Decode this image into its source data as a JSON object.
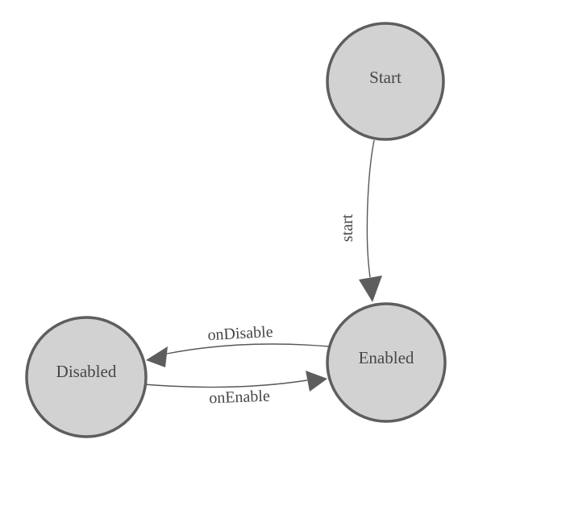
{
  "diagram": {
    "type": "state-machine",
    "background_color": "#ffffff",
    "colors": {
      "node_fill": "#d2d2d2",
      "node_border": "#5e5e5e",
      "edge": "#55585a",
      "arrow": "#5b5d5f",
      "label_text": "#45464c"
    },
    "nodes": [
      {
        "id": "start",
        "label": "Start"
      },
      {
        "id": "enabled",
        "label": "Enabled"
      },
      {
        "id": "disabled",
        "label": "Disabled"
      }
    ],
    "edges": [
      {
        "from": "Start",
        "to": "Enabled",
        "label": "start"
      },
      {
        "from": "Enabled",
        "to": "Disabled",
        "label": "onDisable"
      },
      {
        "from": "Disabled",
        "to": "Enabled",
        "label": "onEnable"
      }
    ]
  }
}
